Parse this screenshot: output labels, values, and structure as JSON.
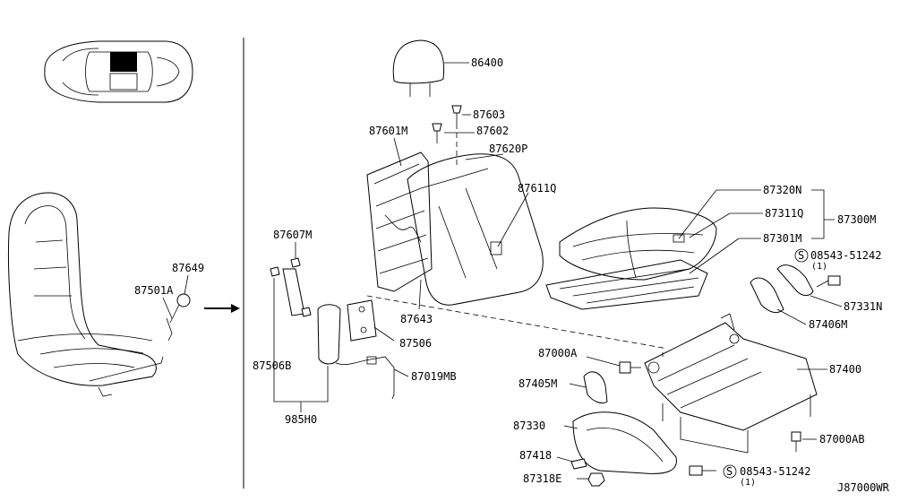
{
  "diagram": {
    "ref_code": "J87000WR",
    "labels": {
      "p86400": "86400",
      "p87603": "87603",
      "p87602": "87602",
      "p87601M": "87601M",
      "p87620P": "87620P",
      "p87611Q": "87611Q",
      "p87320N": "87320N",
      "p87311Q": "87311Q",
      "p87300M": "87300M",
      "p87301M": "87301M",
      "p08543_a": "08543-51242",
      "p08543_a_qty": "(1)",
      "p87331N": "87331N",
      "p87406M": "87406M",
      "p87649": "87649",
      "p87501A": "87501A",
      "p87607M": "87607M",
      "p87643": "87643",
      "p87506": "87506",
      "p87506B": "87506B",
      "p87019MB": "87019MB",
      "p985H0": "985H0",
      "p87000A": "87000A",
      "p87405M": "87405M",
      "p87400": "87400",
      "p87330": "87330",
      "p87418": "87418",
      "p87318E": "87318E",
      "p87000AB": "87000AB",
      "p08543_b": "08543-51242",
      "p08543_b_qty": "(1)",
      "screw_symbol": "S"
    }
  }
}
